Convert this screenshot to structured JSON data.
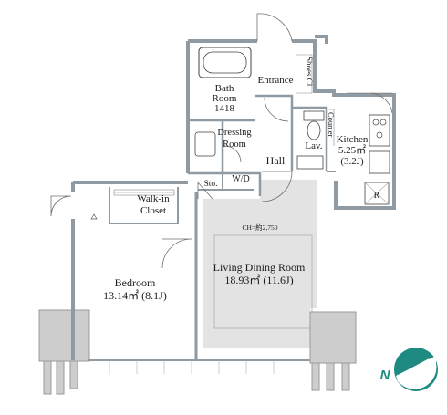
{
  "rooms": {
    "bath": [
      "Bath",
      "Room",
      "1418"
    ],
    "entrance": "Entrance",
    "shoes": "Shoes Cl.",
    "dressing": [
      "Dressing",
      "Room"
    ],
    "counter": "Counter",
    "lav": "Lav.",
    "kitchen": [
      "Kitchen",
      "5.25㎡",
      "(3.2J)"
    ],
    "hall": "Hall",
    "sto": "Sto.",
    "wd": "W/D",
    "walkin": [
      "Walk-in",
      "Closet"
    ],
    "ch": "CH=約2,750",
    "living": [
      "Living Dining Room",
      "18.93㎡ (11.6J)"
    ],
    "bedroom": [
      "Bedroom",
      "13.14㎡ (8.1J)"
    ],
    "fridge": "R"
  },
  "compass": {
    "label": "N",
    "color": "#1f8a82"
  },
  "colors": {
    "wall": "#8f9aa3",
    "living_fill": "#e2e2e2",
    "balcony": "#c9c9c9"
  }
}
